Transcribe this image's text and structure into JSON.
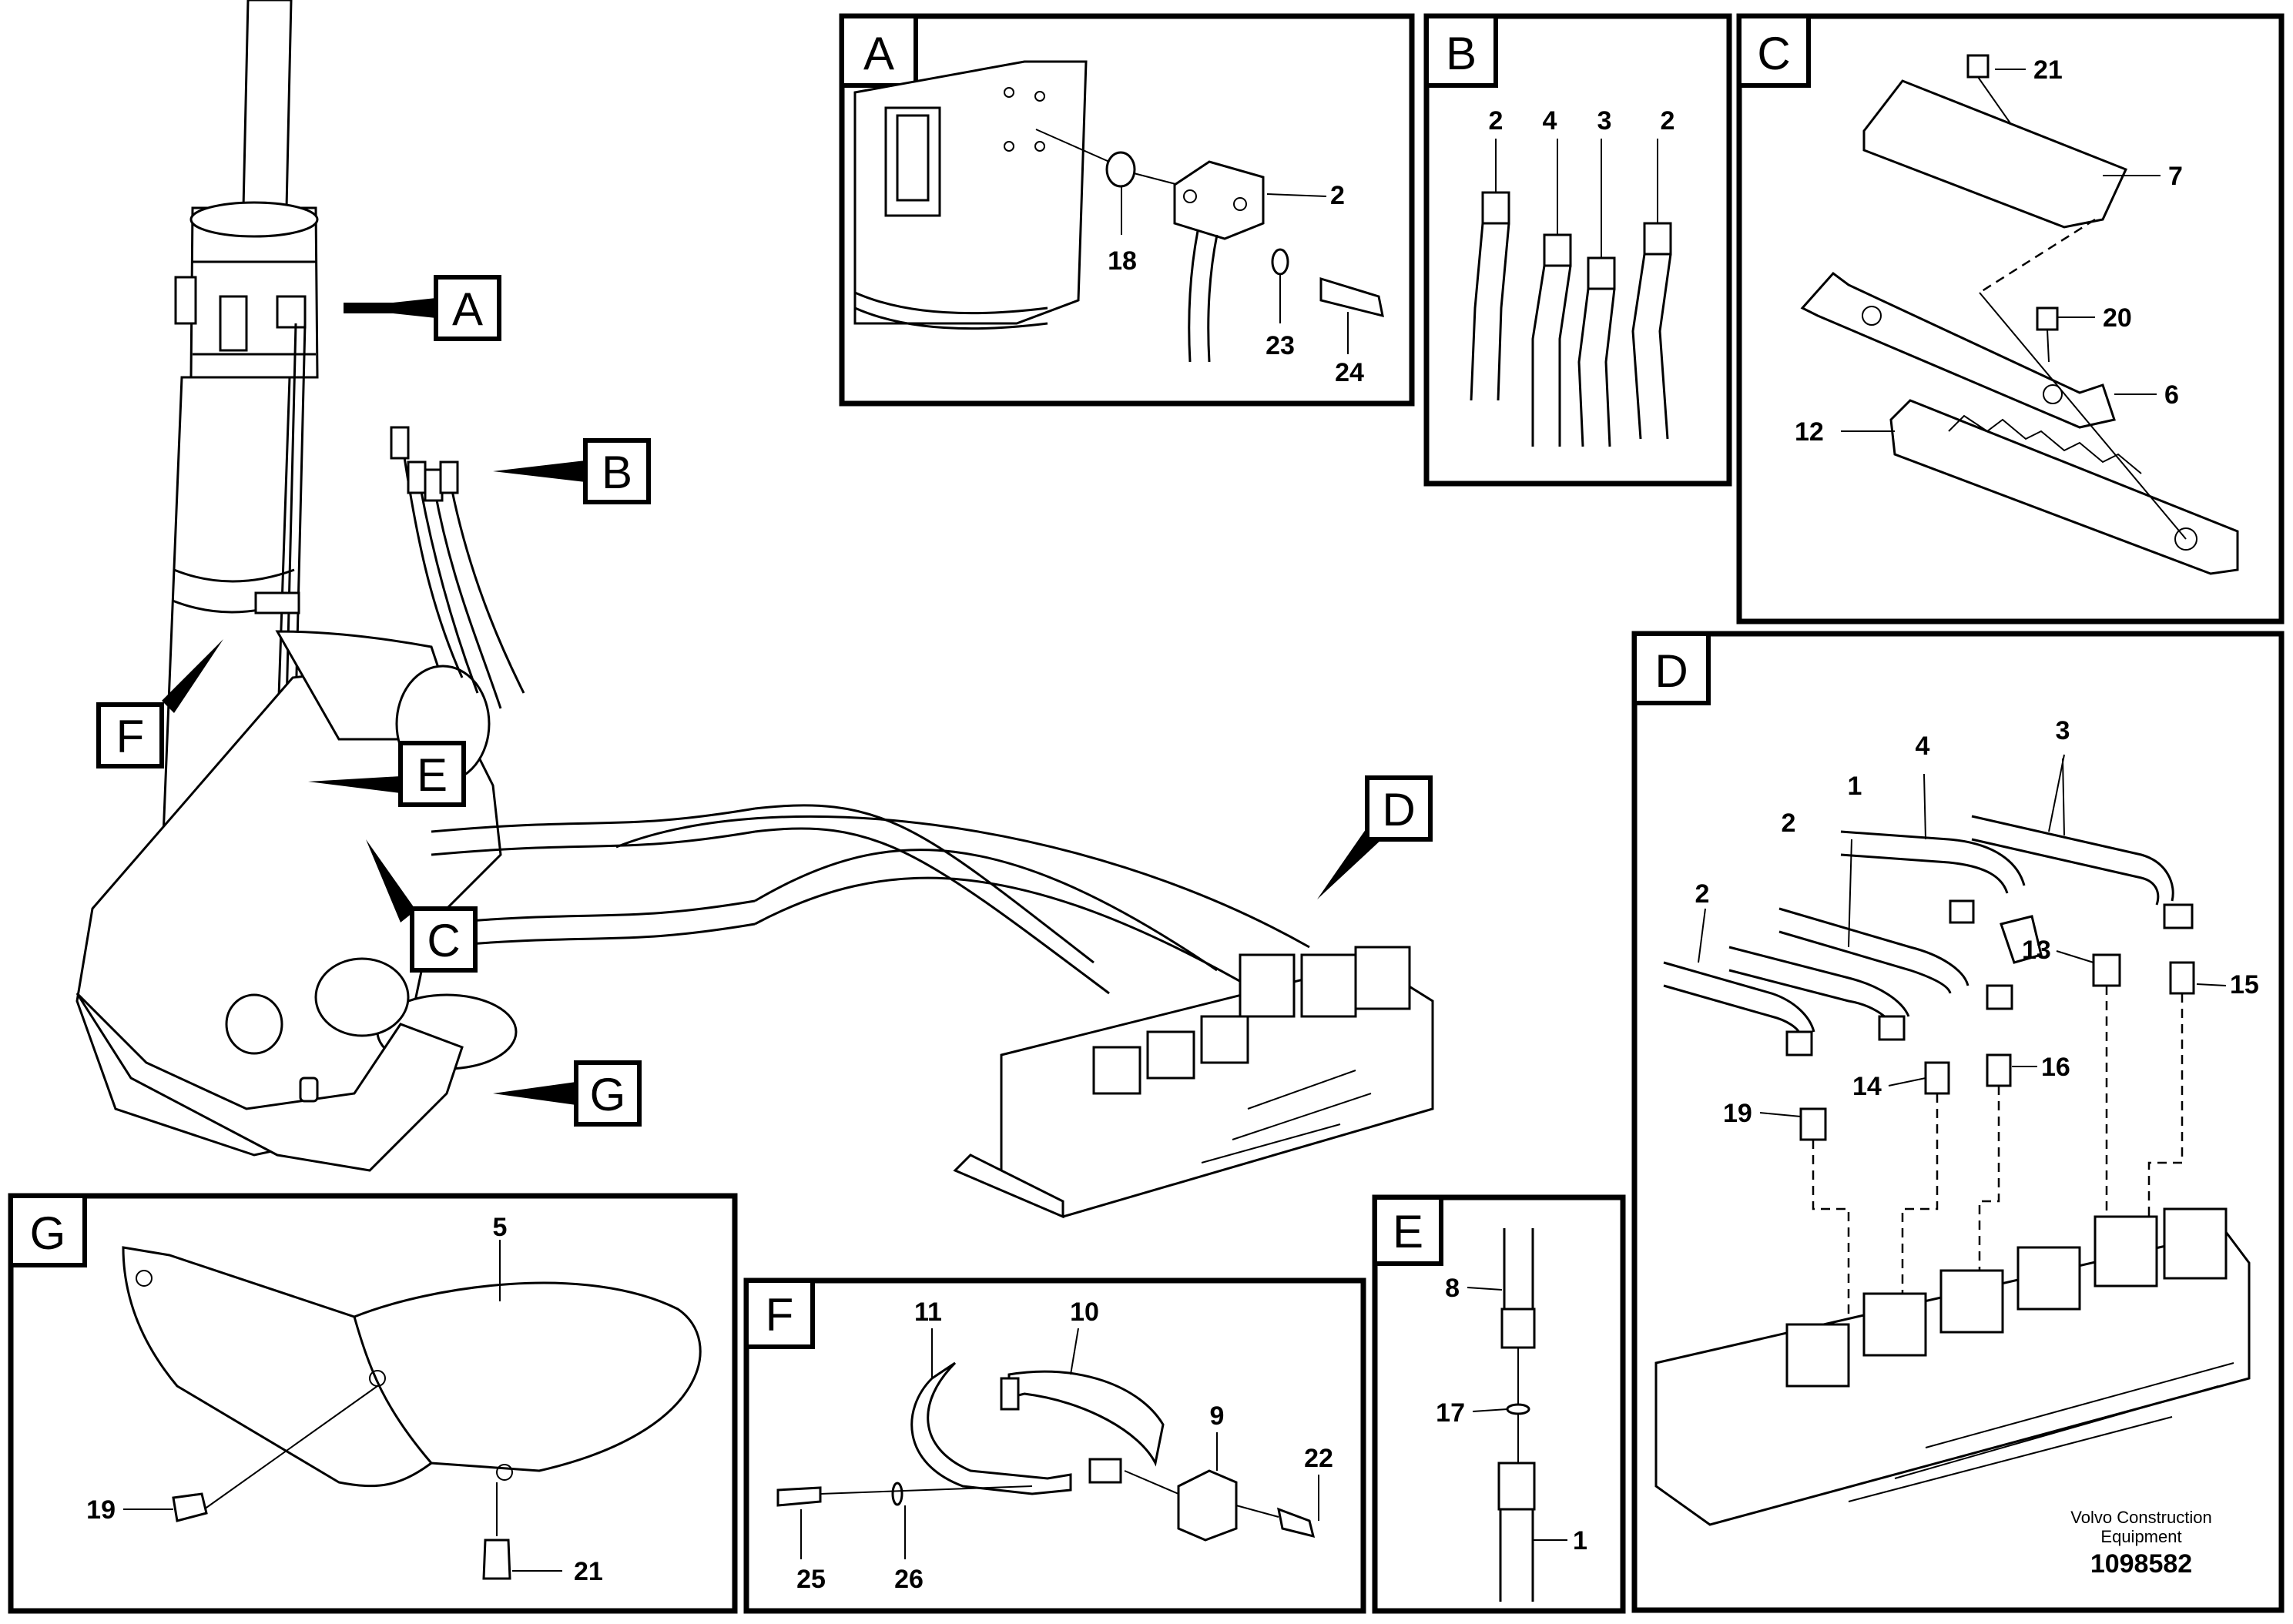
{
  "main_view": {
    "callouts": [
      "A",
      "B",
      "C",
      "D",
      "E",
      "F",
      "G"
    ]
  },
  "detail_A": {
    "label": "A",
    "parts": [
      "2",
      "18",
      "23",
      "24"
    ]
  },
  "detail_B": {
    "label": "B",
    "parts": [
      "2",
      "4",
      "3",
      "2"
    ]
  },
  "detail_C": {
    "label": "C",
    "parts": [
      "21",
      "7",
      "20",
      "6",
      "12"
    ]
  },
  "detail_D": {
    "label": "D",
    "parts": [
      "4",
      "3",
      "1",
      "2",
      "2",
      "13",
      "15",
      "14",
      "16",
      "19"
    ],
    "company_line1": "Volvo Construction",
    "company_line2": "Equipment",
    "drawing_number": "1098582"
  },
  "detail_E": {
    "label": "E",
    "parts": [
      "8",
      "17",
      "1"
    ]
  },
  "detail_F": {
    "label": "F",
    "parts": [
      "11",
      "10",
      "9",
      "22",
      "25",
      "26"
    ]
  },
  "detail_G": {
    "label": "G",
    "parts": [
      "5",
      "19",
      "21"
    ]
  }
}
